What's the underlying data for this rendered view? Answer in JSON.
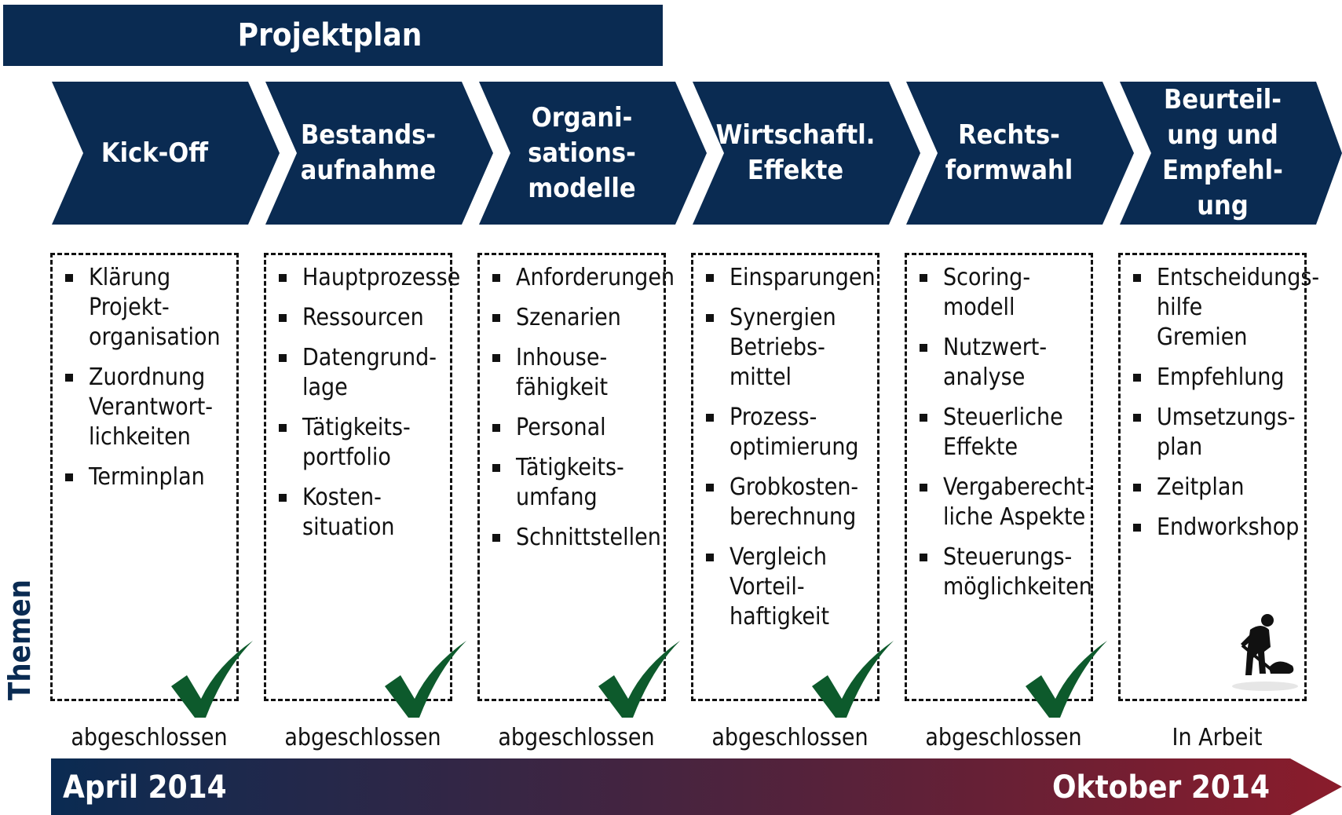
{
  "title": "Projektplan",
  "side_label": "Themen",
  "phases": [
    {
      "label": "Kick-Off",
      "topics": [
        "Klärung Projekt-organisation",
        "Zuordnung Verantwort-lichkeiten",
        "Terminplan"
      ],
      "status": "abgeschlossen",
      "done": true
    },
    {
      "label": "Bestands-aufnahme",
      "topics": [
        "Hauptprozesse",
        "Ressourcen",
        "Datengrund-lage",
        "Tätigkeits-portfolio",
        "Kosten-situation"
      ],
      "status": "abgeschlossen",
      "done": true
    },
    {
      "label": "Organi-sations-modelle",
      "topics": [
        "Anforderungen",
        "Szenarien",
        "Inhouse-fähigkeit",
        "Personal",
        "Tätigkeits-umfang",
        "Schnittstellen"
      ],
      "status": "abgeschlossen",
      "done": true
    },
    {
      "label": "Wirtschaftl. Effekte",
      "topics": [
        "Einsparungen",
        "Synergien Betriebs-mittel",
        "Prozess-optimierung",
        "Grobkosten-berechnung",
        "Vergleich Vorteil-haftigkeit"
      ],
      "status": "abgeschlossen",
      "done": true
    },
    {
      "label": "Rechts-formwahl",
      "topics": [
        "Scoring-modell",
        "Nutzwert-analyse",
        "Steuerliche Effekte",
        "Vergaberecht-liche Aspekte",
        "Steuerungs-möglichkeiten"
      ],
      "status": "abgeschlossen",
      "done": true
    },
    {
      "label": "Beurteil-ung und Empfehl-ung",
      "topics": [
        "Entscheidungs-hilfe Gremien",
        "Empfehlung",
        "Umsetzungs-plan",
        "Zeitplan",
        "Endworkshop"
      ],
      "status": "In Arbeit",
      "done": false
    }
  ],
  "timeline": {
    "start": "April 2014",
    "end": "Oktober 2014"
  },
  "colors": {
    "navy": "#0a2b52",
    "timeline_end": "#8a1c2b",
    "check_green": "#0d5a2c"
  },
  "icons": {
    "done": "checkmark-icon",
    "in_progress": "construction-worker-icon"
  }
}
